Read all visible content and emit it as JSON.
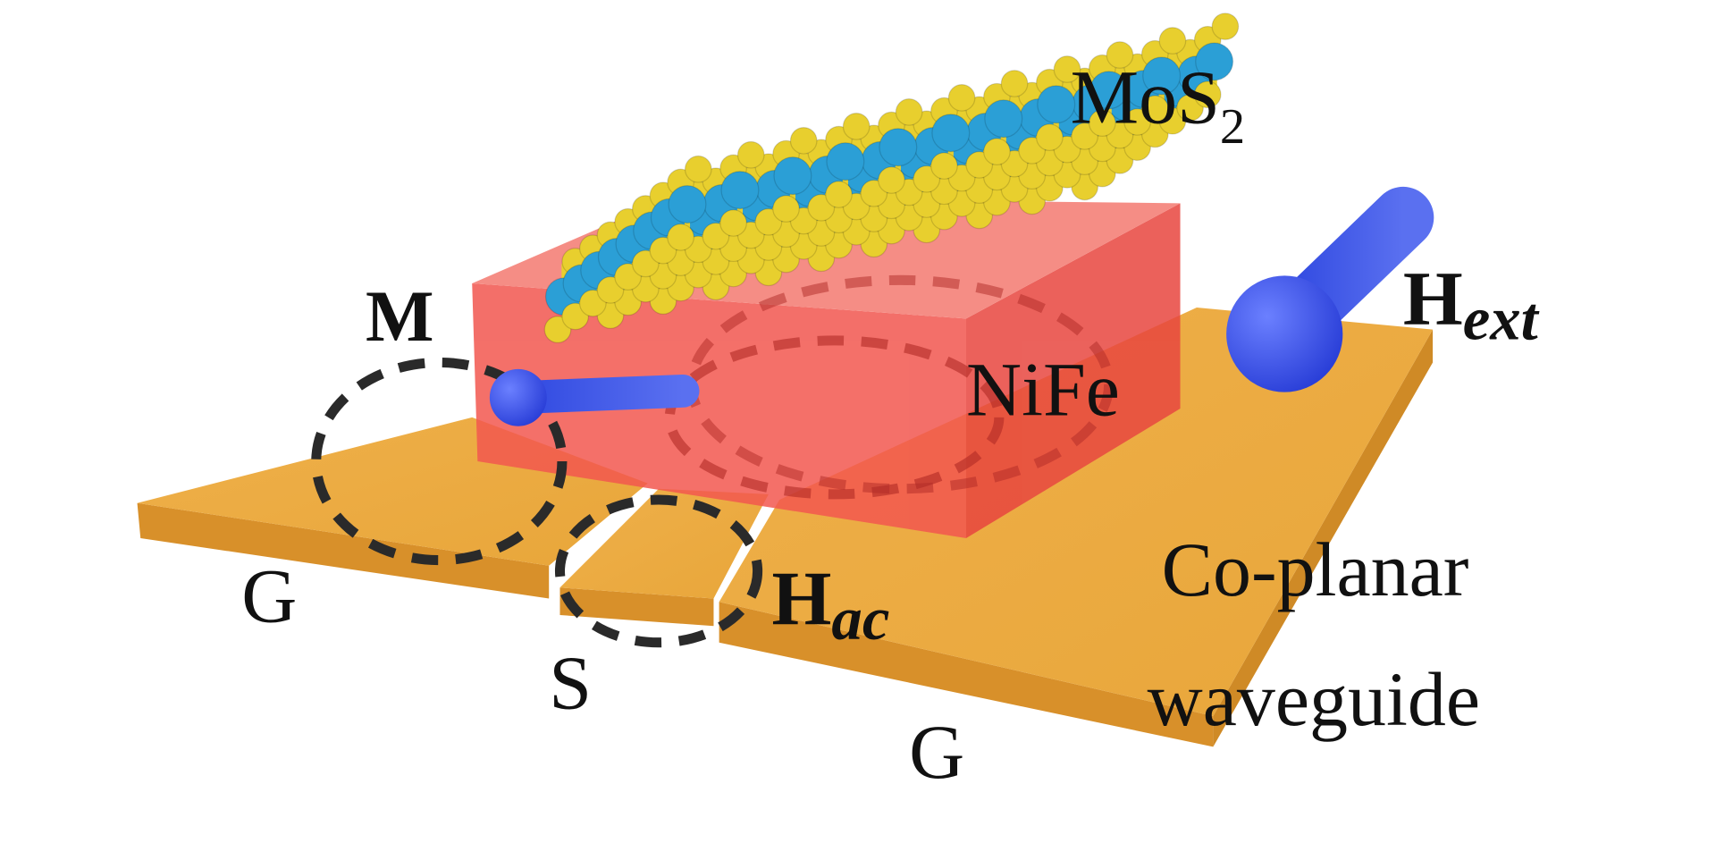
{
  "labels": {
    "mos2_main": "MoS",
    "mos2_sub": "2",
    "m": "M",
    "hext_main": "H",
    "hext_sub": "ext",
    "nife": "NiFe",
    "g_left": "G",
    "s": "S",
    "hac_main": "H",
    "hac_sub": "ac",
    "coplanar_line1": "Co-planar",
    "coplanar_line2": "waveguide",
    "g_right": "G"
  },
  "colors": {
    "waveguide": "#eaa73c",
    "waveguide_edge": "#d8902a",
    "nife": "#f2574f",
    "mo_atom": "#2b9fd6",
    "s_atom": "#e8cf2e",
    "vector": "#3d55e8",
    "dash": "#2a2a2a"
  }
}
